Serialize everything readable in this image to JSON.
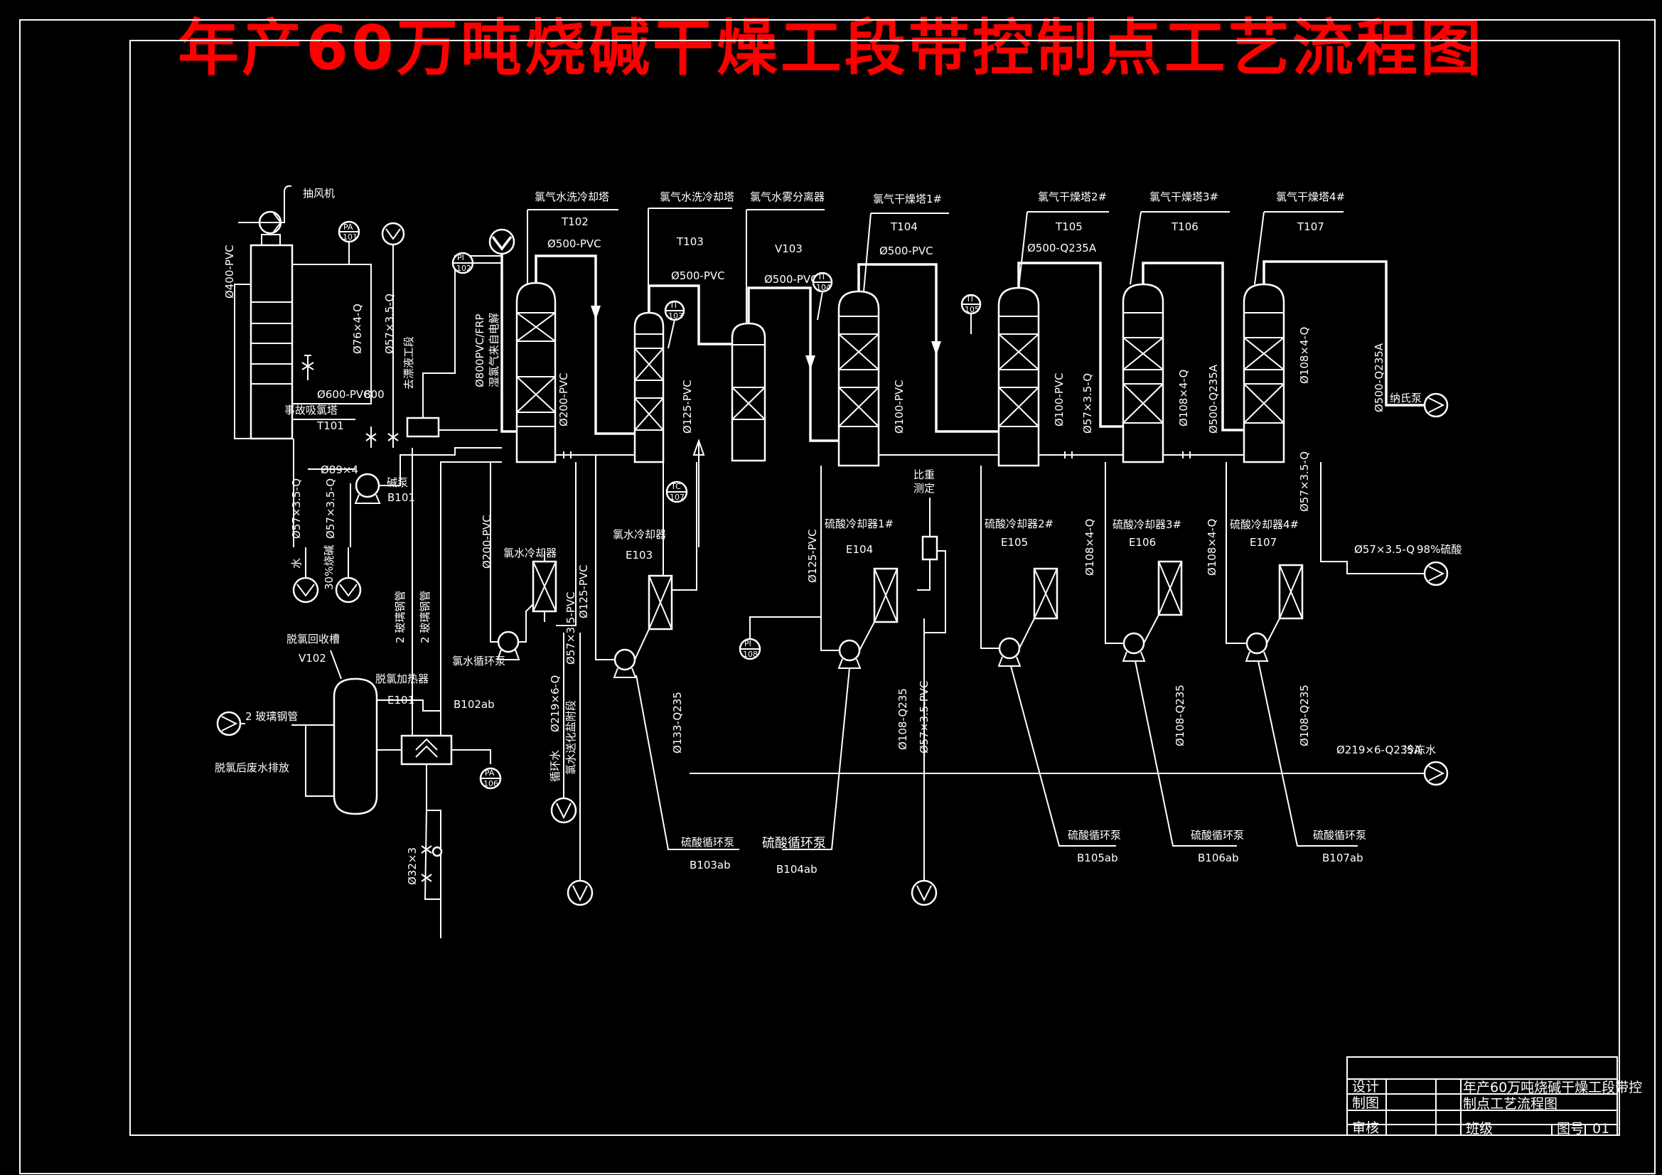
{
  "title": "年产60万吨烧碱干燥工段带控制点工艺流程图",
  "colors": {
    "background": "#000000",
    "title": "#ff0000",
    "lines": "#ffffff"
  },
  "equipment": [
    {
      "id": "fan",
      "name": "抽风机"
    },
    {
      "id": "T101",
      "name": "事故吸氯塔",
      "tag": "T101"
    },
    {
      "id": "T102",
      "name": "氯气水洗冷却塔",
      "tag": "T102"
    },
    {
      "id": "T103",
      "name": "氯气水洗冷却塔",
      "tag": "T103"
    },
    {
      "id": "V103",
      "name": "氯气水雾分离器",
      "tag": "V103"
    },
    {
      "id": "T104",
      "name": "氯气干燥塔1#",
      "tag": "T104"
    },
    {
      "id": "T105",
      "name": "氯气干燥塔2#",
      "tag": "T105"
    },
    {
      "id": "T106",
      "name": "氯气干燥塔3#",
      "tag": "T106"
    },
    {
      "id": "T107",
      "name": "氯气干燥塔4#",
      "tag": "T107"
    },
    {
      "id": "V102",
      "name": "脱氯回收槽",
      "tag": "V102"
    },
    {
      "id": "E101",
      "name": "脱氯加热器",
      "tag": "E101"
    },
    {
      "id": "E102",
      "name": "氯水冷却器",
      "tag": ""
    },
    {
      "id": "E103",
      "name": "氯水冷却器",
      "tag": "E103"
    },
    {
      "id": "E104",
      "name": "硫酸冷却器1#",
      "tag": "E104"
    },
    {
      "id": "E105",
      "name": "硫酸冷却器2#",
      "tag": "E105"
    },
    {
      "id": "E106",
      "name": "硫酸冷却器3#",
      "tag": "E106"
    },
    {
      "id": "E107",
      "name": "硫酸冷却器4#",
      "tag": "E107"
    },
    {
      "id": "B101",
      "name": "碱泵",
      "tag": "B101"
    },
    {
      "id": "B102",
      "name": "氯水循环泵",
      "tag": "B102ab"
    },
    {
      "id": "B103",
      "name": "硫酸循环泵",
      "tag": "B103ab"
    },
    {
      "id": "B104",
      "name": "硫酸循环泵",
      "tag": "B104ab"
    },
    {
      "id": "B105",
      "name": "硫酸循环泵",
      "tag": "B105ab"
    },
    {
      "id": "B106",
      "name": "硫酸循环泵",
      "tag": "B106ab"
    },
    {
      "id": "B107",
      "name": "硫酸循环泵",
      "tag": "B107ab"
    }
  ],
  "instruments": [
    {
      "id": "PA101",
      "l1": "PA",
      "l2": "101"
    },
    {
      "id": "PI102",
      "l1": "PI",
      "l2": "102"
    },
    {
      "id": "TI103",
      "l1": "TI",
      "l2": "103"
    },
    {
      "id": "TI104",
      "l1": "TI",
      "l2": "104"
    },
    {
      "id": "TI105",
      "l1": "TI",
      "l2": "105"
    },
    {
      "id": "PA106",
      "l1": "PA",
      "l2": "106"
    },
    {
      "id": "TC107",
      "l1": "TC",
      "l2": "107"
    },
    {
      "id": "PI108",
      "l1": "PI",
      "l2": "108"
    }
  ],
  "pipes": {
    "p400": "Ø400-PVC",
    "p600": "Ø600-PVC",
    "n800": "800",
    "p500a": "Ø500-PVC",
    "p500b": "Ø500-PVC",
    "p500c": "Ø500-PVC",
    "p500d": "Ø500-PVC",
    "p500q": "Ø500-Q235A",
    "p500q_end": "Ø500-Q235A",
    "p500q_t106": "Ø500-Q235A",
    "p89": "Ø89×4",
    "p76": "Ø76×4-Q",
    "p57a": "Ø57×3.5-Q",
    "p57b": "Ø57×3.5-Q",
    "p57c": "Ø57×3.5-Q",
    "p57d": "Ø57×3.5-Q",
    "p57e": "Ø57×3.5-PVC",
    "p57f": "Ø57×3.5-PVC",
    "p57g": "Ø57×3.5-Q",
    "p57h": "Ø57×3.5-Q",
    "p200a": "Ø200-PVC",
    "p200b": "Ø200-PVC",
    "p125a": "Ø125-PVC",
    "p125b": "Ø125-PVC",
    "p125c": "Ø125-PVC",
    "p100a": "Ø100-PVC",
    "p100b": "Ø100-PVC",
    "p108a": "Ø108×4-Q",
    "p108b": "Ø108×4-Q",
    "p108c": "Ø108×4-Q",
    "p108d": "Ø108×4-Q",
    "p108e": "Ø108-Q235",
    "p108f": "Ø108-Q235",
    "p108g": "Ø108-Q235",
    "p133": "Ø133-Q235",
    "p219a": "Ø219×6-Q",
    "p219b": "Ø219×6-Q235A",
    "p32": "Ø32×3",
    "p_frp": "Ø800PVC/FRP",
    "glass1": "2 玻璃钢管",
    "glass2": "2 玻璃钢管",
    "glass3": "2 玻璃钢管"
  },
  "streams": {
    "water": "水",
    "caustic": "30%烧碱",
    "to_bleach": "去漂液工段",
    "cl_from_cell": "湿氯气来自电解",
    "to_nash": "纳氏泵",
    "acid98": "98%硫酸",
    "coolwater": "冷冻水",
    "dechlor_water": "脱氯后废水排放",
    "circ_water": "循环水",
    "to_brine": "氯水送化盐附段",
    "density": "比重",
    "measure": "测定"
  },
  "title_block": {
    "design": "设计",
    "draw": "制图",
    "review": "审核",
    "name_l1": "年产60万吨烧碱干燥工段带控",
    "name_l2": "制点工艺流程图",
    "class": "班级",
    "drawing_no_label": "图号",
    "drawing_no": "01"
  }
}
